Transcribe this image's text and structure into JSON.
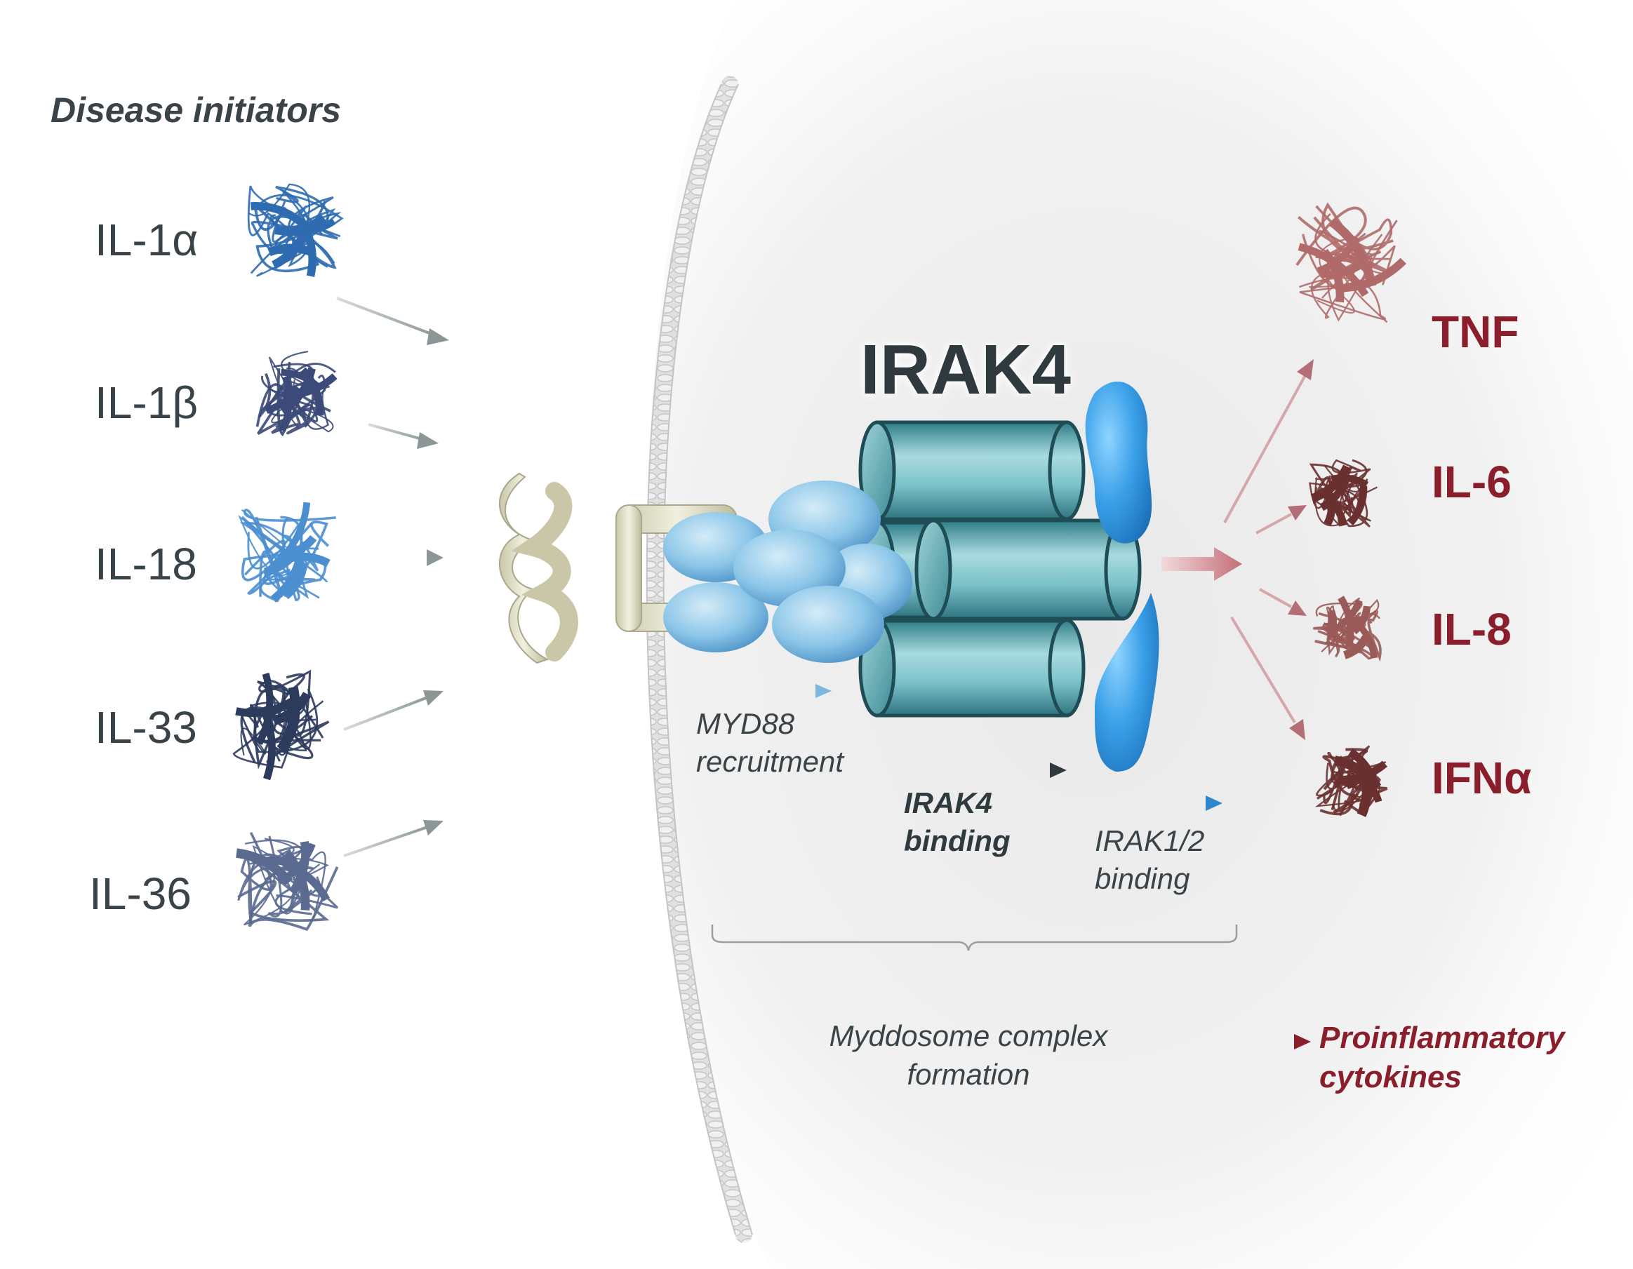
{
  "heading": "Disease initiators",
  "initiators": [
    {
      "label": "IL-1α",
      "color": "#2e6bb0"
    },
    {
      "label": "IL-1β",
      "color": "#3b4a78"
    },
    {
      "label": "IL-18",
      "color": "#4b8fd0"
    },
    {
      "label": "IL-33",
      "color": "#2c3a5c"
    },
    {
      "label": "IL-36",
      "color": "#5a6a90"
    }
  ],
  "complex": {
    "title": "IRAK4",
    "steps": {
      "myd88_line1": "MYD88",
      "myd88_line2": "recruitment",
      "irak4_line1": "IRAK4",
      "irak4_line2": "binding",
      "irak12_line1": "IRAK1/2",
      "irak12_line2": "binding"
    }
  },
  "outputs": [
    {
      "label": "TNF",
      "color": "#b06a6a"
    },
    {
      "label": "IL-6",
      "color": "#6a3030"
    },
    {
      "label": "IL-8",
      "color": "#9a5a58"
    },
    {
      "label": "IFNα",
      "color": "#6a3030"
    }
  ],
  "bottom": {
    "formation_line1": "Myddosome complex",
    "formation_line2": "formation",
    "result_line1": "Proinflammatory",
    "result_line2": "cytokines"
  },
  "colors": {
    "text_dark": "#3a4448",
    "output_red": "#8b1e2b",
    "irak4_teal": "#3f8e98",
    "myd88_blue": "#7ab8e0",
    "irak12_blue": "#3d9ee0",
    "receptor_beige": "#d9d7bd"
  }
}
